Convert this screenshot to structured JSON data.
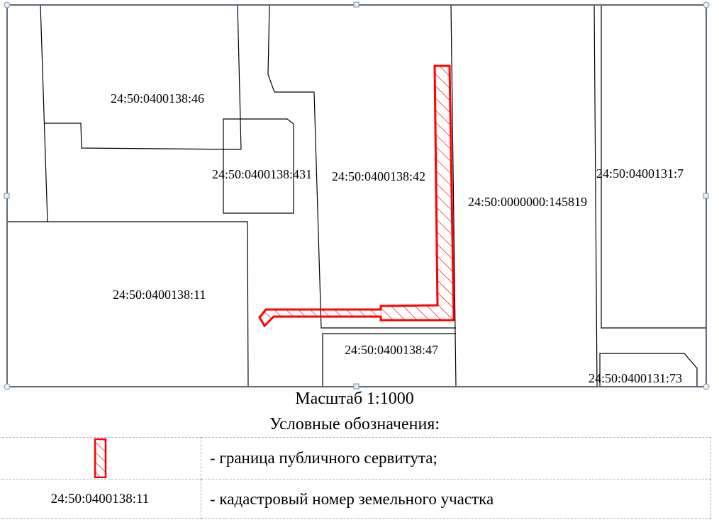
{
  "map": {
    "parcels": [
      {
        "id": "p46",
        "label": "24:50:0400138:46"
      },
      {
        "id": "p431",
        "label": "24:50:0400138:431"
      },
      {
        "id": "p42",
        "label": "24:50:0400138:42"
      },
      {
        "id": "p145819",
        "label": "24:50:0000000:145819"
      },
      {
        "id": "p74",
        "label": "24:50:0400131:7"
      },
      {
        "id": "p11",
        "label": "24:50:0400138:11"
      },
      {
        "id": "p47",
        "label": "24:50:0400138:47"
      },
      {
        "id": "p73",
        "label": "24:50:0400131:73"
      }
    ],
    "servitude_color": "#ff0000"
  },
  "scale": "Масштаб 1:1000",
  "legend": {
    "title": "Условные обозначения:",
    "rows": [
      {
        "symbol": "red-hatched-strip",
        "description": "- граница публичного сервитута;"
      },
      {
        "symbol_text": "24:50:0400138:11",
        "description": "- кадастровый номер земельного участка"
      }
    ]
  }
}
